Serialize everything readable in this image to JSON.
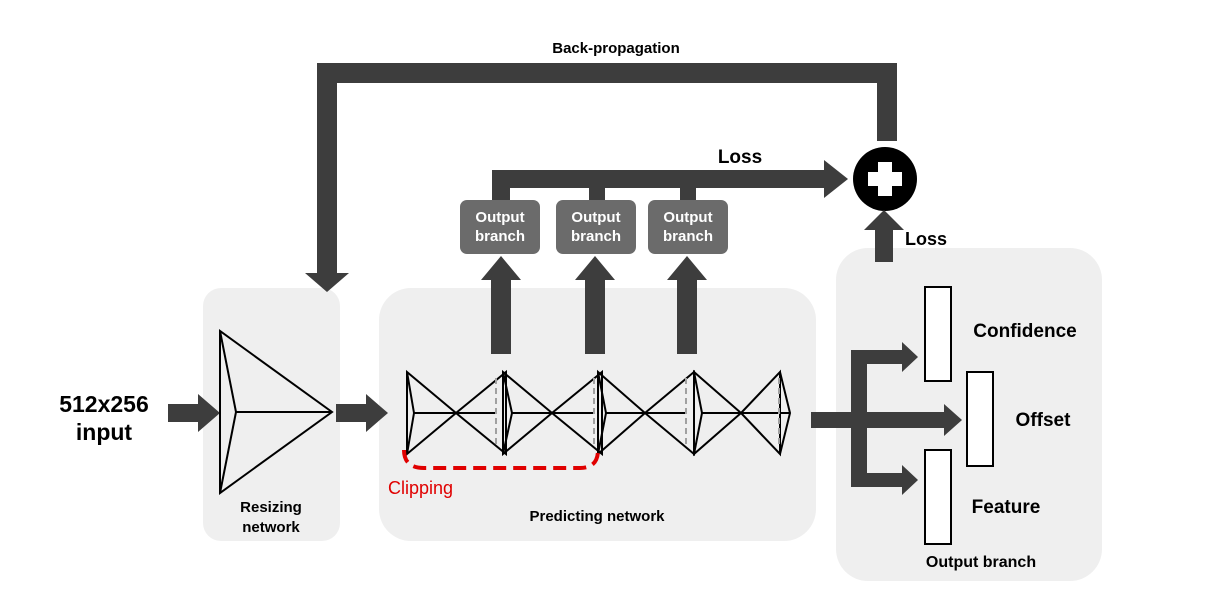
{
  "input_label": {
    "line1": "512x256",
    "line2": "input"
  },
  "resizing_network": {
    "line1": "Resizing",
    "line2": "network"
  },
  "predicting_network": {
    "label": "Predicting network",
    "clipping_label": "Clipping"
  },
  "output_branches_top": [
    {
      "line1": "Output",
      "line2": "branch"
    },
    {
      "line1": "Output",
      "line2": "branch"
    },
    {
      "line1": "Output",
      "line2": "branch"
    }
  ],
  "loss_top": "Loss",
  "loss_right": "Loss",
  "back_propagation": "Back-propagation",
  "output_branch_panel": {
    "title": "Output branch",
    "outputs": [
      "Confidence",
      "Offset",
      "Feature"
    ]
  },
  "colors": {
    "arrow": "#3d3d3d",
    "panel": "#efefef",
    "output_box": "#6b6b6b",
    "clipping": "#e00000",
    "dashed_divider": "#a0a0a0"
  }
}
